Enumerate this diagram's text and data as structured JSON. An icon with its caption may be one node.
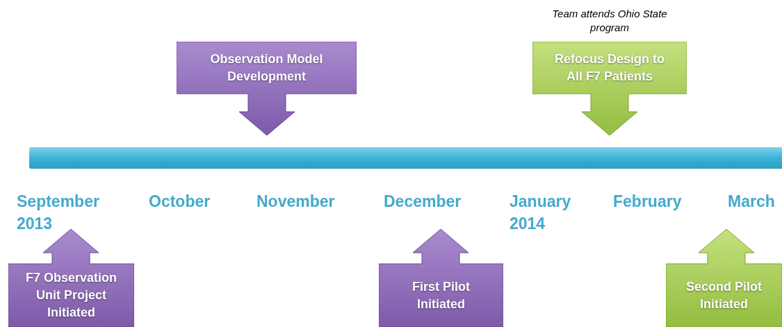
{
  "diagram": {
    "nodes": [
      {
        "text": [
          "Observation Model Development"
        ]
      },
      {
        "text": [
          "Refocus Design to All F7 Patients"
        ],
        "beside": [
          "Team attends Ohio State program"
        ]
      },
      {
        "text": [],
        "shape": "bar"
      },
      {
        "text": [
          "F7 Observation Unit Project Initiated"
        ]
      },
      {
        "text": [
          "First Pilot Initiated"
        ]
      },
      {
        "text": [
          "Second Pilot Initiated"
        ]
      }
    ],
    "labels": [
      "September 2013",
      "October",
      "November",
      "December",
      "January 2014",
      "February",
      "March"
    ]
  }
}
